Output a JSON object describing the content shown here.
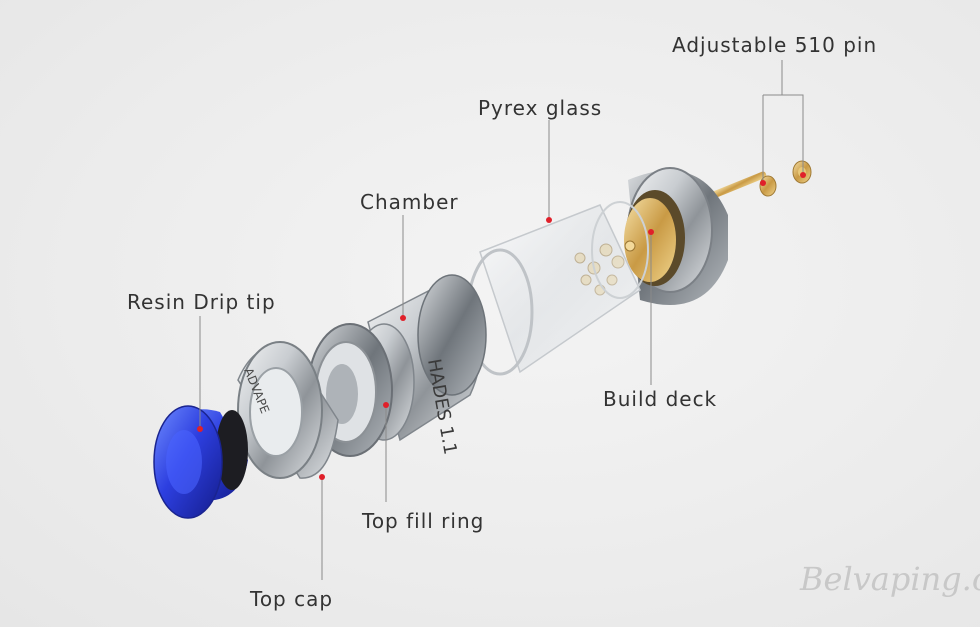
{
  "labels": {
    "adjustable_510_pin": "Adjustable  510 pin",
    "pyrex_glass": "Pyrex glass",
    "chamber": "Chamber",
    "resin_drip_tip": "Resin Drip tip",
    "build_deck": "Build deck",
    "top_fill_ring": "Top fill ring",
    "top_cap": "Top cap"
  },
  "engravings": {
    "chamber_brand": "HADES 1.1",
    "top_cap_brand": "ADVAPE"
  },
  "watermark": "Belvaping.com",
  "colors": {
    "leader_line": "#8a8a8a",
    "marker_dot": "#e0202a",
    "label_text": "#333333",
    "drip_tip": "#2d3fe0",
    "steel": "#b8bcc0",
    "brass": "#d8b56a"
  }
}
